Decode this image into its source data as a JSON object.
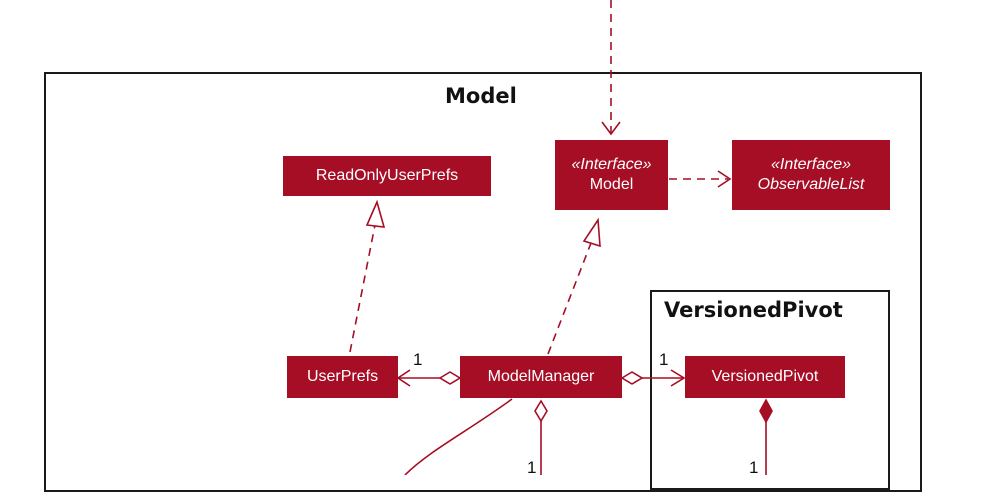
{
  "frames": {
    "model": {
      "title": "Model"
    },
    "versioned_pivot": {
      "title": "VersionedPivot"
    }
  },
  "classes": {
    "read_only_user_prefs": {
      "name": "ReadOnlyUserPrefs"
    },
    "model_interface": {
      "stereotype": "«Interface»",
      "name": "Model"
    },
    "observable_list": {
      "stereotype": "«Interface»",
      "name": "ObservableList"
    },
    "user_prefs": {
      "name": "UserPrefs"
    },
    "model_manager": {
      "name": "ModelManager"
    },
    "versioned_pivot": {
      "name": "VersionedPivot"
    }
  },
  "multiplicities": {
    "user_prefs": "1",
    "versioned_pivot": "1",
    "bottom_left": "1",
    "bottom_right": "1"
  },
  "colors": {
    "class_fill": "#a50e25",
    "edge": "#a50e25",
    "frame": "#1a1a1a"
  }
}
